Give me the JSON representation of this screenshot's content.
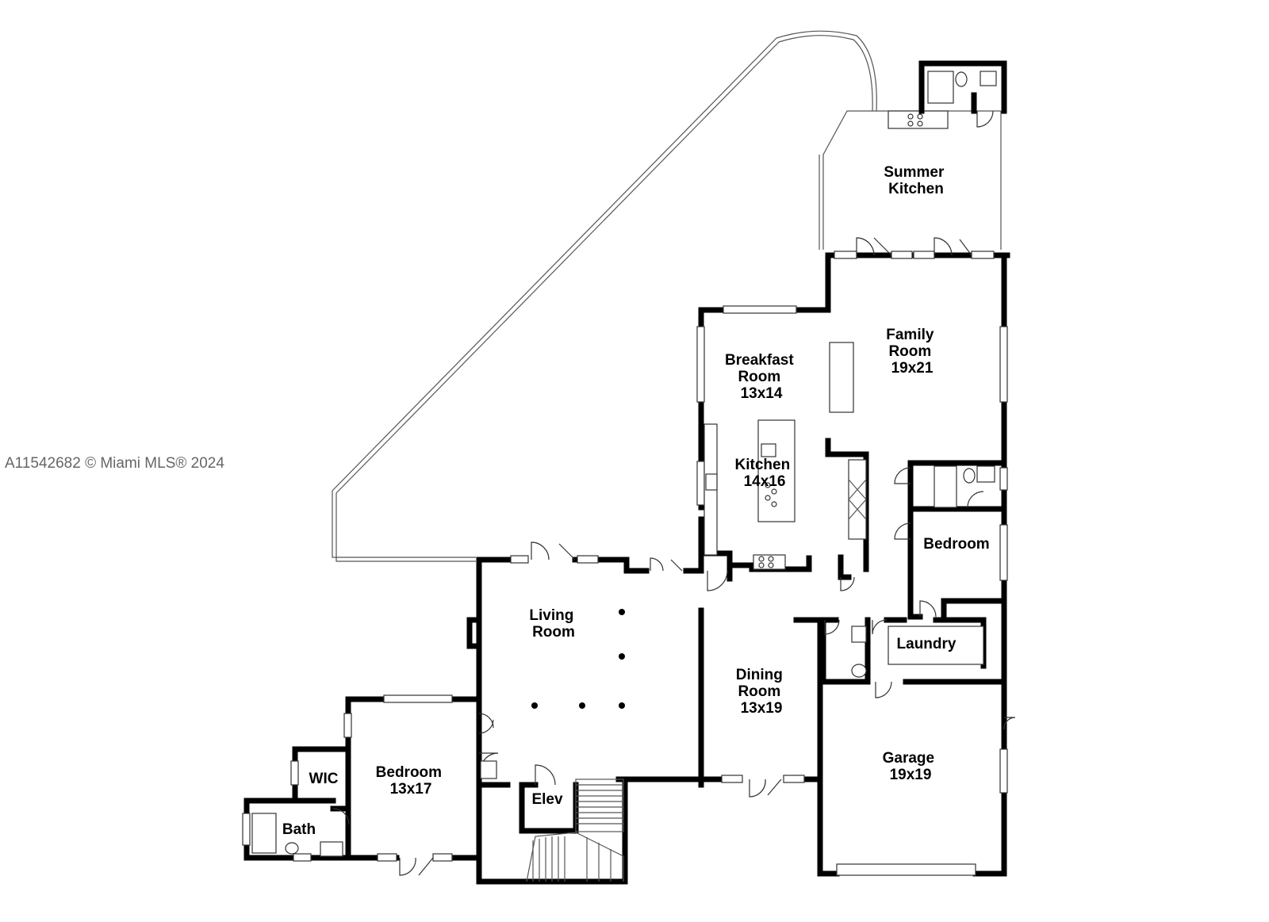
{
  "watermark": "A11542682 © Miami MLS® 2024",
  "rooms": {
    "summer_kitchen": [
      "Summer",
      "Kitchen"
    ],
    "family_room": [
      "Family",
      "Room",
      "19x21"
    ],
    "breakfast_room": [
      "Breakfast",
      "Room",
      "13x14"
    ],
    "kitchen": [
      "Kitchen",
      "14x16"
    ],
    "bedroom_right": [
      "Bedroom"
    ],
    "living_room": [
      "Living",
      "Room"
    ],
    "laundry": [
      "Laundry"
    ],
    "dining_room": [
      "Dining",
      "Room",
      "13x19"
    ],
    "garage": [
      "Garage",
      "19x19"
    ],
    "wic": [
      "WIC"
    ],
    "bedroom_left": [
      "Bedroom",
      "13x17"
    ],
    "bath": [
      "Bath"
    ],
    "elev": [
      "Elev"
    ]
  }
}
